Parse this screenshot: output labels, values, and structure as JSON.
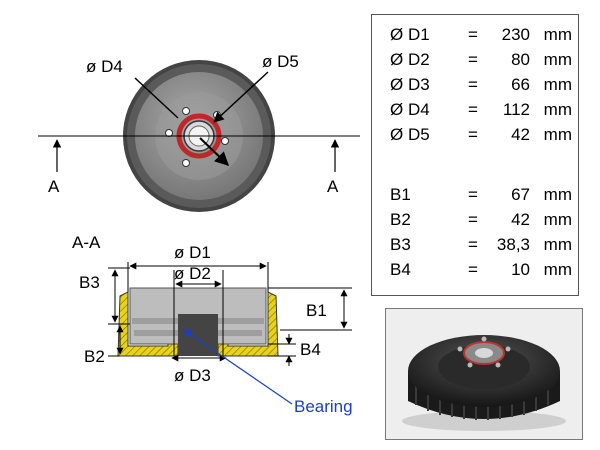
{
  "labels": {
    "d4": "ø D4",
    "d5": "ø D5",
    "section_left": "A",
    "section_right": "A",
    "section_title": "A-A",
    "d1": "ø D1",
    "d2": "ø D2",
    "d3": "ø D3",
    "b1": "B1",
    "b2": "B2",
    "b3": "B3",
    "b4": "B4",
    "bearing": "Bearing"
  },
  "specs": [
    {
      "label": "Ø D1",
      "eq": "=",
      "value": "230",
      "unit": "mm"
    },
    {
      "label": "Ø D2",
      "eq": "=",
      "value": "80",
      "unit": "mm"
    },
    {
      "label": "Ø D3",
      "eq": "=",
      "value": "66",
      "unit": "mm"
    },
    {
      "label": "Ø D4",
      "eq": "=",
      "value": "112",
      "unit": "mm"
    },
    {
      "label": "Ø D5",
      "eq": "=",
      "value": "42",
      "unit": "mm"
    },
    {
      "label": "B1",
      "eq": "=",
      "value": "67",
      "unit": "mm"
    },
    {
      "label": "B2",
      "eq": "=",
      "value": "42",
      "unit": "mm"
    },
    {
      "label": "B3",
      "eq": "=",
      "value": "38,3",
      "unit": "mm"
    },
    {
      "label": "B4",
      "eq": "=",
      "value": "10",
      "unit": "mm"
    }
  ],
  "colors": {
    "drum_outer": "#4a4a4a",
    "drum_face": "#8f8f8f",
    "seal_ring": "#c0262a",
    "section_body": "#b8b8b8",
    "section_yellow": "#e8d21c",
    "bearing_blue": "#1a3fc4"
  }
}
